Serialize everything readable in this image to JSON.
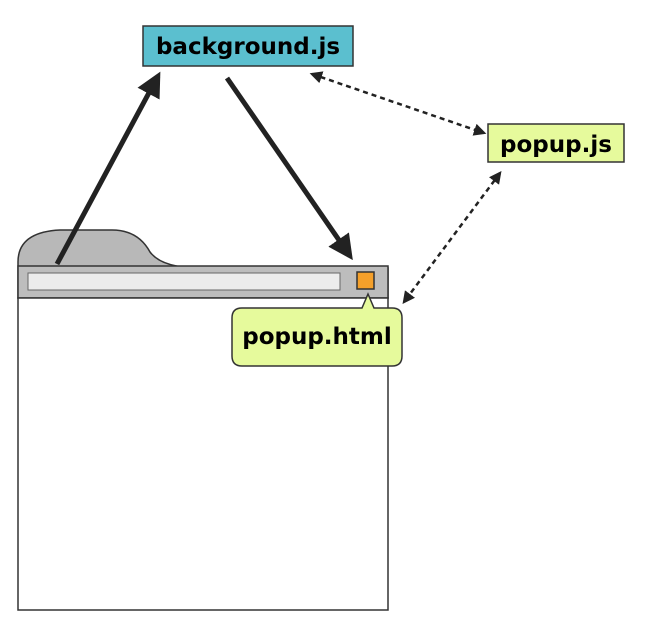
{
  "nodes": {
    "background_js": {
      "label": "background.js",
      "color": "#5bbfcf"
    },
    "popup_js": {
      "label": "popup.js",
      "color": "#e6fa9c"
    },
    "popup_html": {
      "label": "popup.html",
      "color": "#e6fa9c"
    }
  },
  "browser": {
    "tab_color": "#b8b8b8",
    "toolbar_color": "#bdbdbd",
    "address_bar_color": "#ececec",
    "extension_icon_color": "#f5a02a",
    "window_color": "#ffffff"
  },
  "connectors": {
    "solid_color": "#222222",
    "dashed_color": "#222222"
  }
}
